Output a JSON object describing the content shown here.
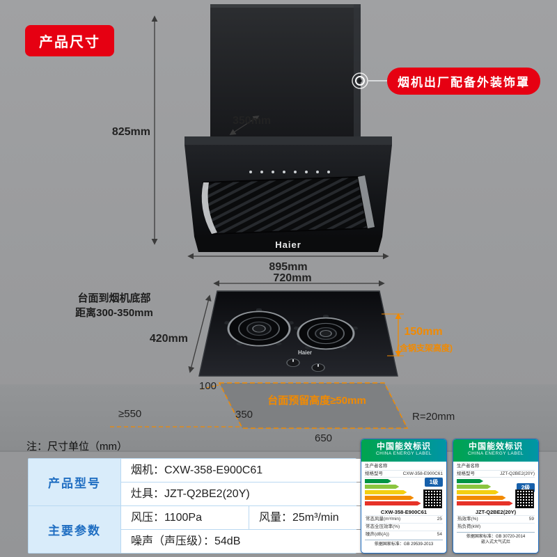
{
  "colors": {
    "accent_red": "#e60012",
    "dim_orange": "#f28a00",
    "table_blue": "#1f6ec2",
    "energy_green": "#00a44e"
  },
  "badge": {
    "label": "产品尺寸"
  },
  "callout": {
    "label": "烟机出厂配备外装饰罩"
  },
  "brand": {
    "hood": "Haier",
    "stove": "Haier"
  },
  "dims": {
    "hood_height": "825mm",
    "hood_depth": "350mm",
    "hood_width": "895mm",
    "stove_width": "720mm",
    "stove_depth": "420mm",
    "stove_height": "150mm",
    "stove_height_note": "(含锅支架高度)",
    "clearance_line1": "台面到烟机底部",
    "clearance_line2": "距离300-350mm",
    "reserve": "台面预留高度≥50mm",
    "offset_100": "100",
    "cutout_depth": "350",
    "counter_depth": "≥550",
    "cutout_width": "650",
    "corner_radius": "R=20mm"
  },
  "note": "注：尺寸单位（mm）",
  "spec_table": {
    "model_header": "产品型号",
    "model_hood": "烟机：CXW-358-E900C61",
    "model_stove": "灶具：JZT-Q2BE2(20Y)",
    "param_header": "主要参数",
    "wind_pressure": "风压：1100Pa",
    "air_volume": "风量：25m³/min",
    "noise": "噪声（声压级）：54dB"
  },
  "energy": [
    {
      "title": "中国能效标识",
      "subtitle": "CHINA ENERGY LABEL",
      "grade": "1级",
      "top_rows": [
        {
          "label": "生产者名称",
          "value": ""
        },
        {
          "label": "规格型号",
          "value": "CXW-358-E900C61"
        }
      ],
      "model": "CXW-358-E900C61",
      "fields": [
        {
          "label": "常态风量(m³/min)",
          "value": "25"
        },
        {
          "label": "常态全压效率(%)",
          "value": ""
        },
        {
          "label": "噪声(dB(A))",
          "value": "54"
        }
      ],
      "standard": "依据国家标准：GB 29539-2013",
      "standard2": ""
    },
    {
      "title": "中国能效标识",
      "subtitle": "CHINA ENERGY LABEL",
      "grade": "2级",
      "top_rows": [
        {
          "label": "生产者名称",
          "value": ""
        },
        {
          "label": "规格型号",
          "value": "JZT-Q2BE2(20Y)"
        }
      ],
      "model": "JZT-Q2BE2(20Y)",
      "fields": [
        {
          "label": "热效率(%)",
          "value": "59"
        },
        {
          "label": "热负荷(kW)",
          "value": ""
        },
        {
          "label": "",
          "value": ""
        }
      ],
      "standard": "依据国家标准：GB 30720-2014",
      "standard2": "嵌入式大气式灶"
    }
  ]
}
